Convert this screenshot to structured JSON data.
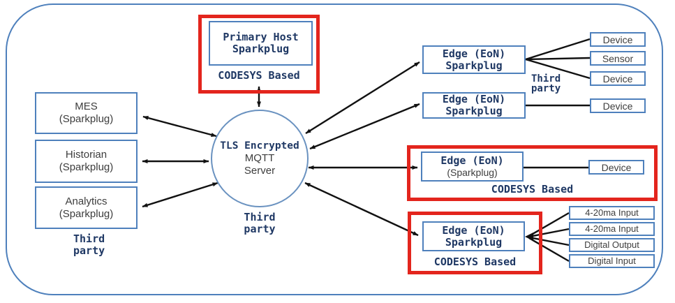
{
  "colors": {
    "border_blue": "#4e80bc",
    "highlight_red": "#e3251d",
    "navy_text": "#1f3864",
    "dark_text": "#3d3d3d",
    "arrow_black": "#111111"
  },
  "nodes": {
    "primary_host": {
      "line1": "Primary Host",
      "line2": "Sparkplug",
      "caption": "CODESYS Based"
    },
    "mes": {
      "line1": "MES",
      "line2": "(Sparkplug)"
    },
    "historian": {
      "line1": "Historian",
      "line2": "(Sparkplug)"
    },
    "analytics": {
      "line1": "Analytics",
      "line2": "(Sparkplug)"
    },
    "left_caption": {
      "line1": "Third",
      "line2": "party"
    },
    "server": {
      "line1": "TLS Encrypted",
      "line2": "MQTT",
      "line3": "Server",
      "caption_line1": "Third",
      "caption_line2": "party"
    },
    "edge_top1": {
      "line1": "Edge (EoN)",
      "line2": "Sparkplug"
    },
    "edge_top2": {
      "line1": "Edge (EoN)",
      "line2": "Sparkplug"
    },
    "right_caption": {
      "line1": "Third",
      "line2": "party"
    },
    "edge_mid": {
      "line1": "Edge (EoN)",
      "line2": "(Sparkplug)",
      "caption": "CODESYS Based"
    },
    "edge_bottom": {
      "line1": "Edge (EoN)",
      "line2": "Sparkplug",
      "caption": "CODESYS Based"
    },
    "devices_top": [
      "Device",
      "Sensor",
      "Device"
    ],
    "device_row2": "Device",
    "device_mid": "Device",
    "io": [
      "4-20ma Input",
      "4-20ma Input",
      "Digital Output",
      "Digital Input"
    ]
  }
}
